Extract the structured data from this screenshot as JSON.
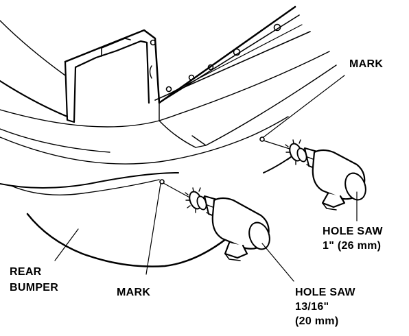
{
  "labels": {
    "mark_top": "MARK",
    "mark_bottom": "MARK",
    "rear_bumper_line1": "REAR",
    "rear_bumper_line2": "BUMPER",
    "hole_saw_large_line1": "HOLE SAW",
    "hole_saw_large_line2": "1\" (26 mm)",
    "hole_saw_small_line1": "HOLE SAW",
    "hole_saw_small_line2": "13/16\"",
    "hole_saw_small_line3": "(20 mm)"
  }
}
